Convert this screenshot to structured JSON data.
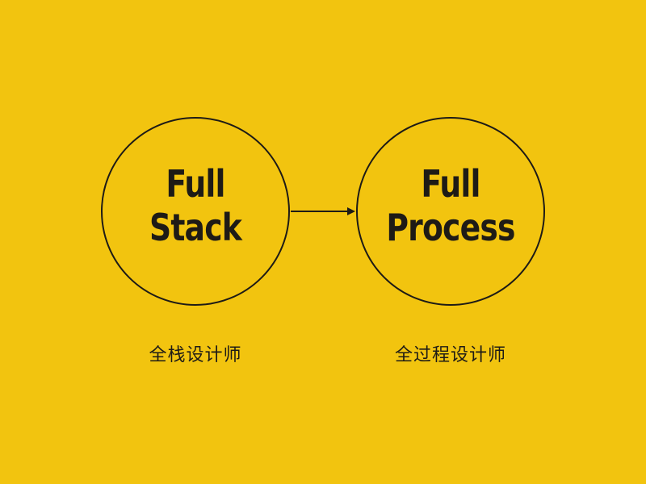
{
  "background_color": "#f2c40f",
  "ink_color": "#1e1b16",
  "nodes": [
    {
      "title_line1": "Full",
      "title_line2": "Stack",
      "caption": "全栈设计师"
    },
    {
      "title_line1": "Full",
      "title_line2": "Process",
      "caption": "全过程设计师"
    }
  ],
  "connector": {
    "icon": "arrow-right-icon"
  }
}
